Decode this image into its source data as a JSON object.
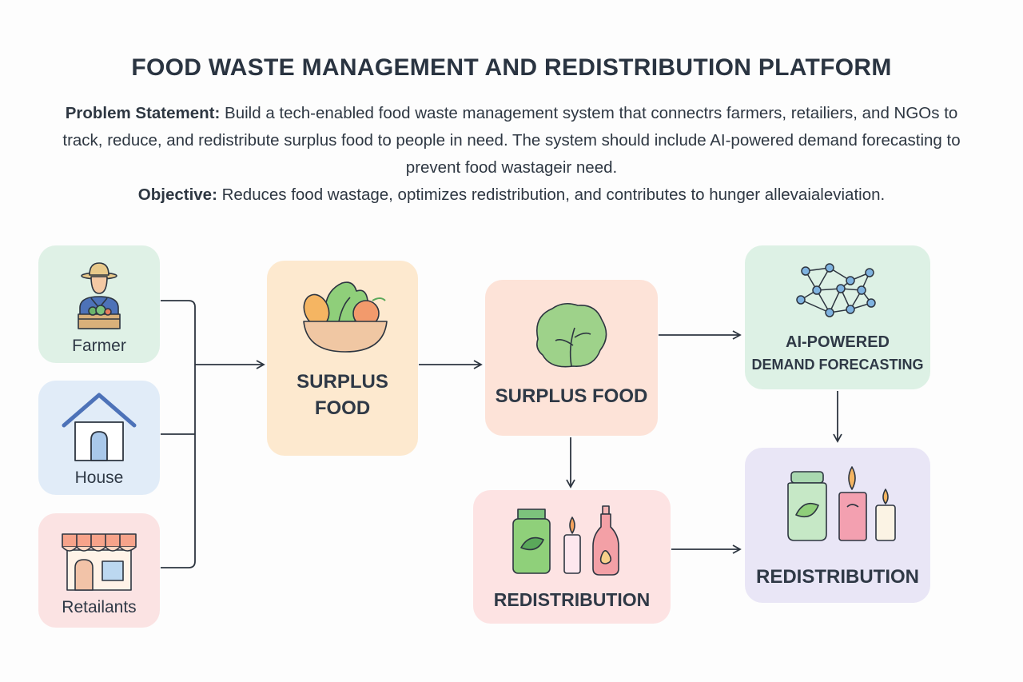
{
  "header": {
    "title": "FOOD WASTE MANAGEMENT AND REDISTRIBUTION PLATFORM",
    "problem_label": "Problem Statement:",
    "problem_text": " Build a tech-enabled food waste management system that connectrs farmers, retailiers, and NGOs to track, reduce, and redistribute surplus food to people in need. The system should include AI-powered demand forecasting to prevent food wastageir need.",
    "objective_label": "Objective:",
    "objective_text": " Reduces food wastage, optimizes redistribution, and contributes to hunger allevaialeviation."
  },
  "sources": [
    {
      "label": "Farmer",
      "icon": "farmer-icon",
      "color": "#dff1e6"
    },
    {
      "label": "House",
      "icon": "house-icon",
      "color": "#e1ecf8"
    },
    {
      "label": "Retailants",
      "icon": "store-icon",
      "color": "#fbe3e3"
    }
  ],
  "nodes": {
    "surplus_1": {
      "label_line1": "SURPLUS",
      "label_line2": "FOOD",
      "icon": "food-bowl-icon",
      "color": "#fde9cf"
    },
    "surplus_2": {
      "label": "SURPLUS FOOD",
      "icon": "lettuce-icon",
      "color": "#fde3d8"
    },
    "forecast": {
      "label_line1": "AI-POWERED",
      "label_line2": "DEMAND FORECASTING",
      "icon": "network-icon",
      "color": "#ddf1e5"
    },
    "redistribution_1": {
      "label": "REDISTRIBUTION",
      "icon": "jars-icon",
      "color": "#fde3e3"
    },
    "redistribution_2": {
      "label": "REDISTRIBUTION",
      "icon": "candles-jar-icon",
      "color": "#e9e6f6"
    }
  },
  "colors": {
    "line": "#2d3540",
    "text": "#2f3946"
  }
}
